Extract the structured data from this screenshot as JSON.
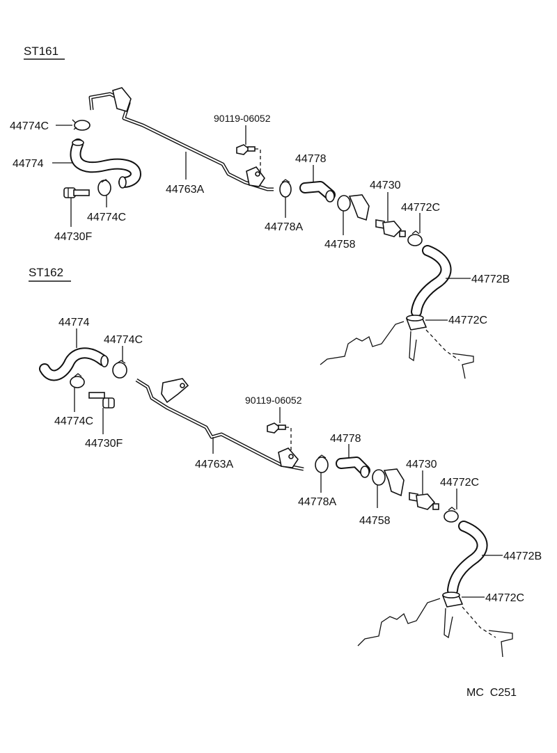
{
  "sections": [
    {
      "model": "ST161",
      "labels": {
        "clip_top": "44774C",
        "hose_main": "44774",
        "clip_lower": "44774C",
        "valve": "44730F",
        "pipe": "44763A",
        "bolt": "90119-06052",
        "hose_short": "44778",
        "clip_short": "44778A",
        "bracket": "44758",
        "check_valve": "44730",
        "clip_b_top": "44772C",
        "hose_b": "44772B",
        "clip_b_bottom": "44772C"
      }
    },
    {
      "model": "ST162",
      "labels": {
        "hose_main": "44774",
        "clip_top": "44774C",
        "clip_lower": "44774C",
        "valve": "44730F",
        "pipe": "44763A",
        "bolt": "90119-06052",
        "hose_short": "44778",
        "clip_short": "44778A",
        "bracket": "44758",
        "check_valve": "44730",
        "clip_b_top": "44772C",
        "hose_b": "44772B",
        "clip_b_bottom": "44772C"
      }
    }
  ],
  "footer_code": "MC  C251"
}
